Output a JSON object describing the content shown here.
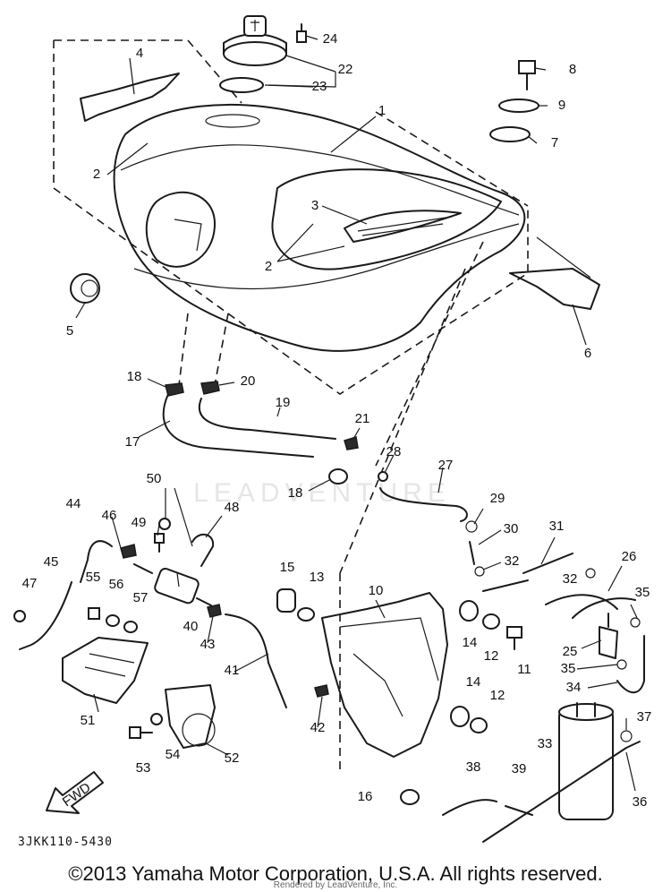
{
  "watermark": "LEADVENTURE",
  "diagram_code": "3JKK110-5430",
  "copyright": "©2013 Yamaha Motor Corporation, U.S.A. All rights reserved.",
  "rendered_by": "Rendered by LeadVenture, Inc.",
  "fwd_label": "FWD",
  "callouts": [
    {
      "n": "1"
    },
    {
      "n": "2"
    },
    {
      "n": "2"
    },
    {
      "n": "3"
    },
    {
      "n": "4"
    },
    {
      "n": "5"
    },
    {
      "n": "6"
    },
    {
      "n": "7"
    },
    {
      "n": "8"
    },
    {
      "n": "9"
    },
    {
      "n": "10"
    },
    {
      "n": "11"
    },
    {
      "n": "12"
    },
    {
      "n": "12"
    },
    {
      "n": "13"
    },
    {
      "n": "14"
    },
    {
      "n": "14"
    },
    {
      "n": "15"
    },
    {
      "n": "16"
    },
    {
      "n": "17"
    },
    {
      "n": "18"
    },
    {
      "n": "18"
    },
    {
      "n": "19"
    },
    {
      "n": "20"
    },
    {
      "n": "21"
    },
    {
      "n": "22"
    },
    {
      "n": "23"
    },
    {
      "n": "24"
    },
    {
      "n": "25"
    },
    {
      "n": "26"
    },
    {
      "n": "27"
    },
    {
      "n": "28"
    },
    {
      "n": "29"
    },
    {
      "n": "30"
    },
    {
      "n": "31"
    },
    {
      "n": "32"
    },
    {
      "n": "32"
    },
    {
      "n": "33"
    },
    {
      "n": "34"
    },
    {
      "n": "35"
    },
    {
      "n": "35"
    },
    {
      "n": "36"
    },
    {
      "n": "37"
    },
    {
      "n": "38"
    },
    {
      "n": "39"
    },
    {
      "n": "40"
    },
    {
      "n": "41"
    },
    {
      "n": "42"
    },
    {
      "n": "43"
    },
    {
      "n": "44"
    },
    {
      "n": "45"
    },
    {
      "n": "46"
    },
    {
      "n": "47"
    },
    {
      "n": "48"
    },
    {
      "n": "49"
    },
    {
      "n": "50"
    },
    {
      "n": "51"
    },
    {
      "n": "52"
    },
    {
      "n": "53"
    },
    {
      "n": "54"
    },
    {
      "n": "55"
    },
    {
      "n": "56"
    },
    {
      "n": "57"
    }
  ]
}
